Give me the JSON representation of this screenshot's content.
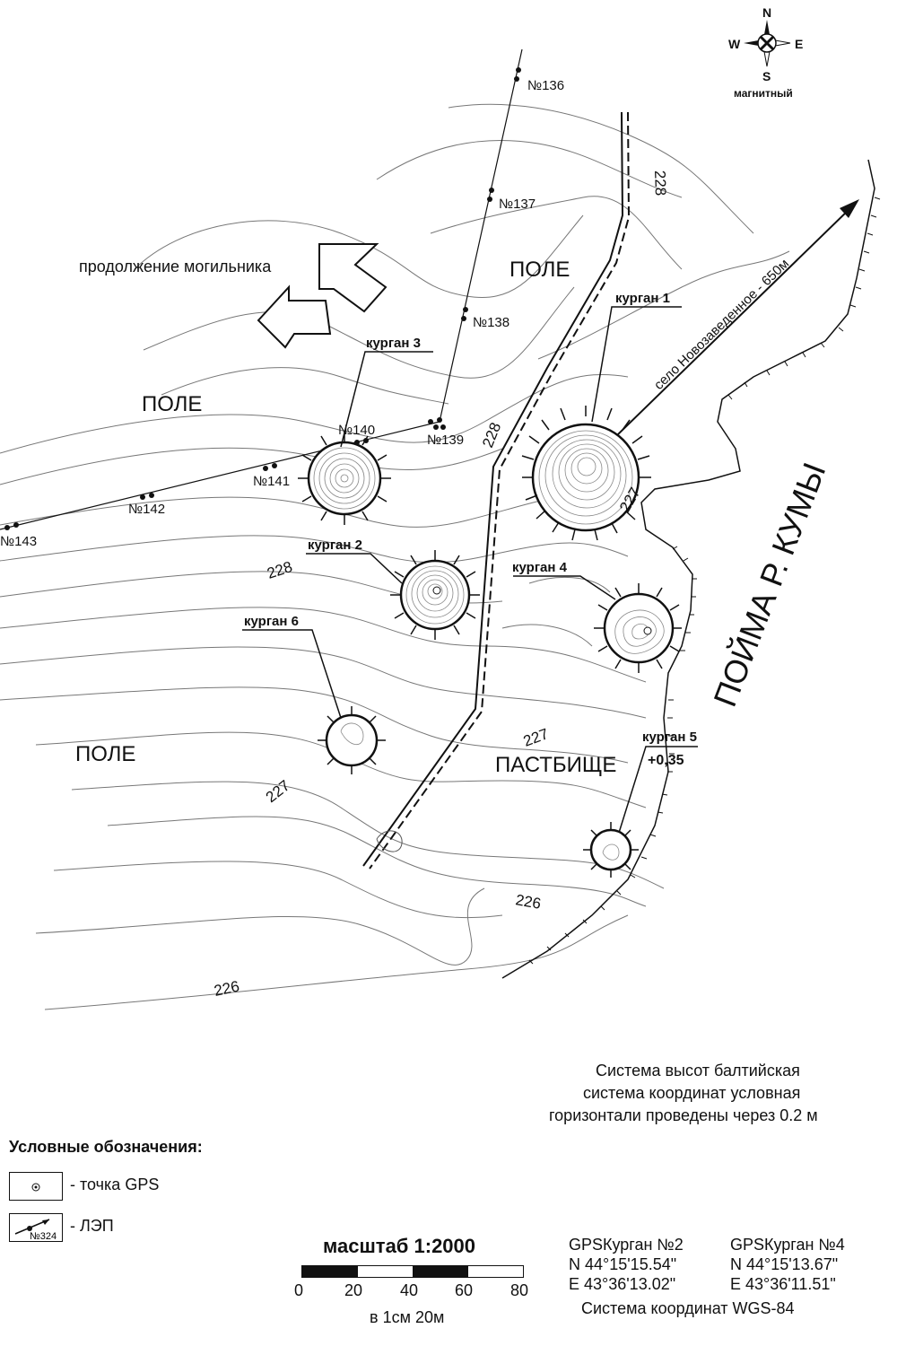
{
  "compass": {
    "n": "N",
    "s": "S",
    "e": "E",
    "w": "W",
    "caption": "магнитный"
  },
  "labels": {
    "continuation": "продолжение могильника",
    "field_top": "ПОЛЕ",
    "field_left": "ПОЛЕ",
    "field_bottom": "ПОЛЕ",
    "pasture": "ПАСТБИЩЕ",
    "floodplain": "ПОЙМА Р. КУМЫ",
    "village": "село Новозаведенное - 650м"
  },
  "kurgans": [
    {
      "id": "k1",
      "label": "курган 1"
    },
    {
      "id": "k2",
      "label": "курган 2"
    },
    {
      "id": "k3",
      "label": "курган 3"
    },
    {
      "id": "k4",
      "label": "курган 4"
    },
    {
      "id": "k5",
      "label": "курган 5",
      "extra": "+0,35"
    },
    {
      "id": "k6",
      "label": "курган 6"
    }
  ],
  "poles": [
    "№136",
    "№137",
    "№138",
    "№139",
    "№140",
    "№141",
    "№142",
    "№143"
  ],
  "contour_labels": [
    "228",
    "228",
    "228",
    "227",
    "227",
    "227",
    "226",
    "226"
  ],
  "notes": {
    "line1": "Система высот балтийская",
    "line2": "система координат условная",
    "line3": "горизонтали проведены через 0.2 м"
  },
  "legend": {
    "title": "Условные обозначения:",
    "gps": "- точка GPS",
    "power": "- ЛЭП",
    "power_sample": "№324"
  },
  "scale": {
    "title": "масштаб 1:2000",
    "ticks": [
      "0",
      "20",
      "40",
      "60",
      "80"
    ],
    "caption": "в 1см 20м"
  },
  "gps": {
    "k2_title": "GPSКурган №2",
    "k2_n": "N 44°15'15.54\"",
    "k2_e": "E 43°36'13.02\"",
    "k4_title": "GPSКурган №4",
    "k4_n": "N 44°15'13.67\"",
    "k4_e": "E 43°36'11.51\"",
    "system": "Система координат WGS-84"
  }
}
